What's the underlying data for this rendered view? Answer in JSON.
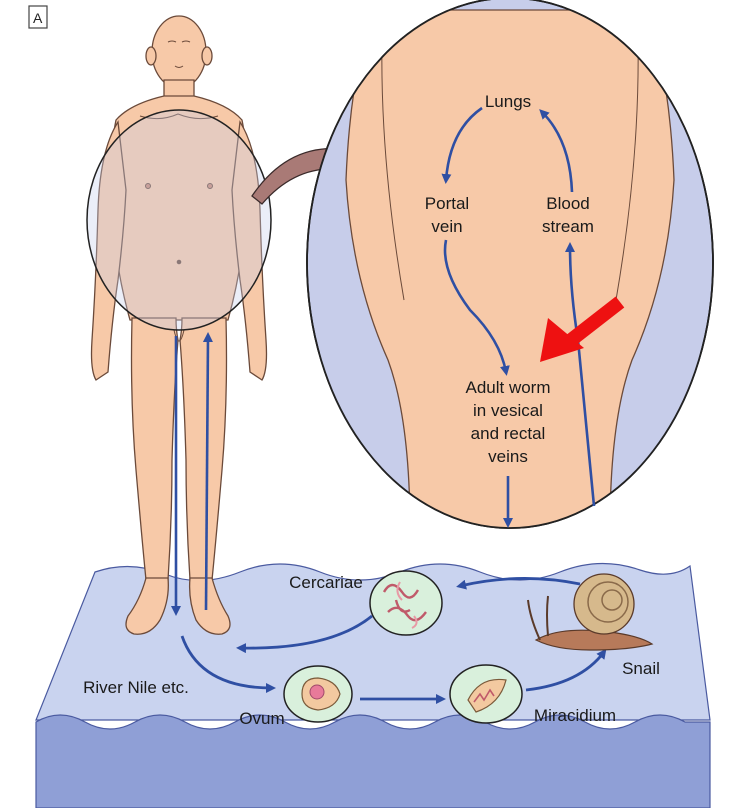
{
  "panel_label": "A",
  "labels": {
    "lungs": "Lungs",
    "portal_vein_1": "Portal",
    "portal_vein_2": "vein",
    "blood_stream_1": "Blood",
    "blood_stream_2": "stream",
    "adult_worm_1": "Adult worm",
    "adult_worm_2": "in vesical",
    "adult_worm_3": "and rectal",
    "adult_worm_4": "veins",
    "cercariae": "Cercariae",
    "snail": "Snail",
    "river": "River Nile etc.",
    "ovum": "Ovum",
    "miracidium": "Miracidium"
  },
  "colors": {
    "skin": "#f7c9a8",
    "skin_outline": "#6b4a3a",
    "lens_bg": "#c7cdea",
    "water_top": "#c9d3ef",
    "water_deep": "#8f9fd6",
    "arrow_blue": "#2f4fa3",
    "pointer_red": "#ee1111",
    "stage_fill": "#d9f0dc",
    "snail": "#b77a5a"
  },
  "icons": [
    "magnify-arrow-icon",
    "red-pointer-arrow-icon"
  ]
}
